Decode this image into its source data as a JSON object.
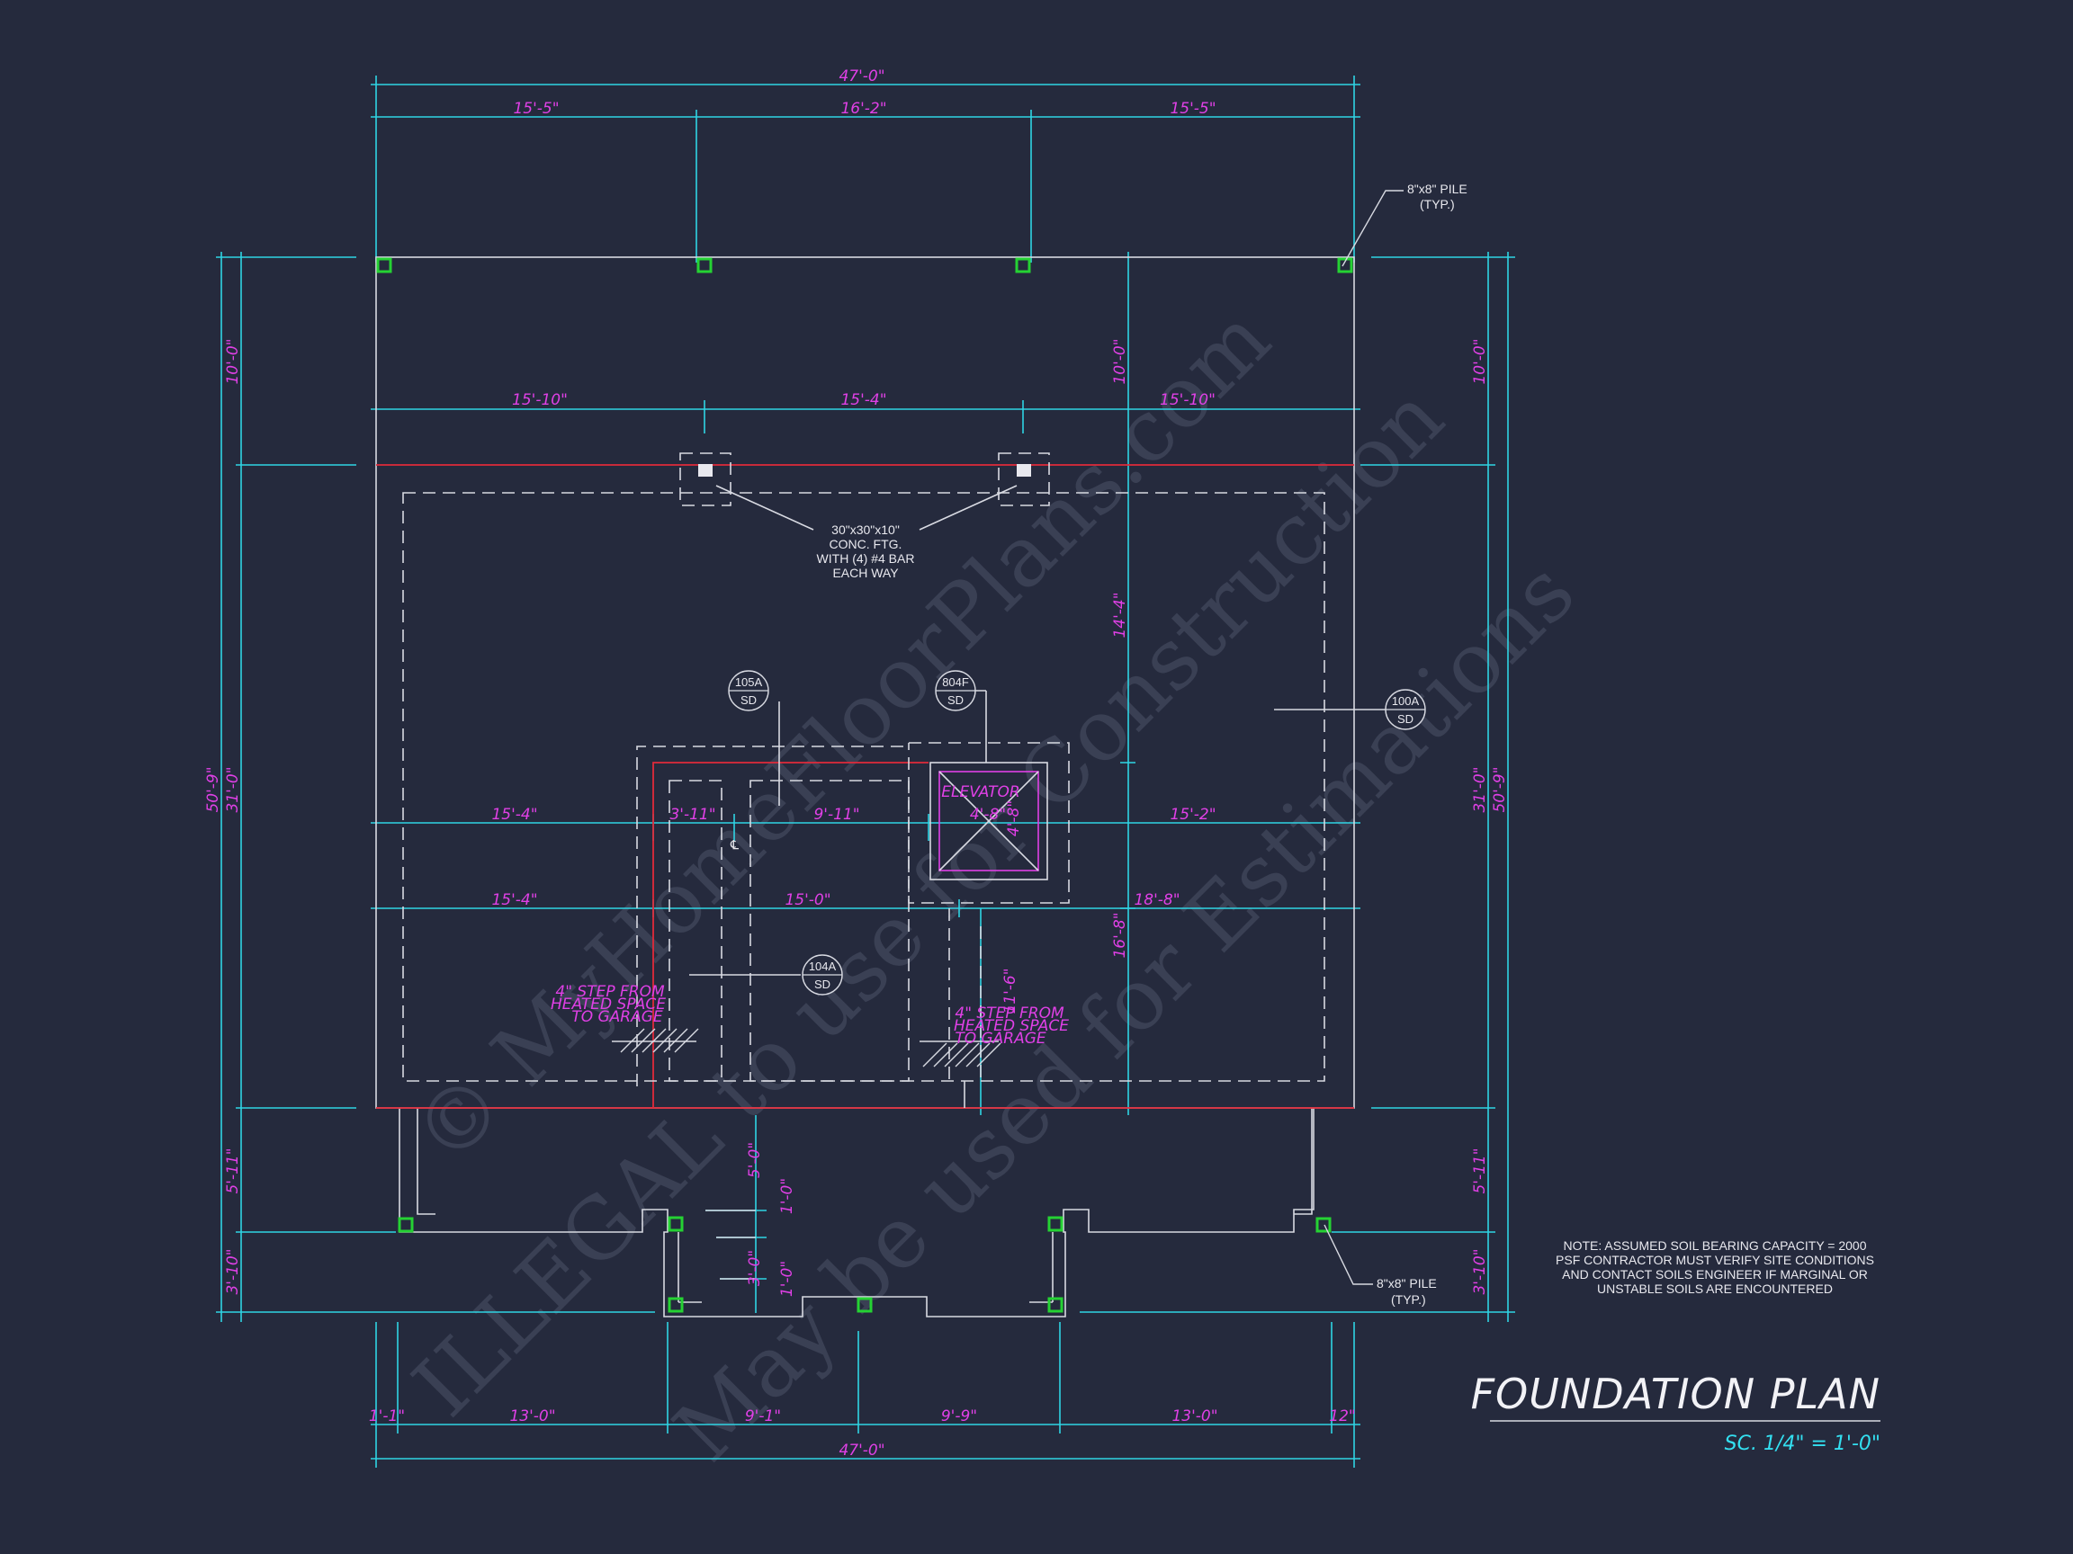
{
  "dimensions": {
    "top_total": "47'-0\"",
    "top_1": "15'-5\"",
    "top_2": "16'-2\"",
    "top_3": "15'-5\"",
    "row2_1": "15'-10\"",
    "row2_2": "15'-4\"",
    "row2_3": "15'-10\"",
    "left_10": "10'-0\"",
    "left_total": "50'-9\"",
    "left_31": "31'-0\"",
    "left_5": "5'-11\"",
    "left_3": "3'-10\"",
    "right_10": "10'-0\"",
    "right_31": "31'-0\"",
    "right_total": "50'-9\"",
    "right_5": "5'-11\"",
    "right_3": "3'-10\"",
    "mid_14": "14'-4\"",
    "mid_16": "16'-8\"",
    "row3_1": "15'-4\"",
    "row3_2": "3'-11\"",
    "row3_3": "9'-11\"",
    "row3_elev_w": "4'-8\"",
    "row3_elev_h": "4'-8\"",
    "row3_4": "15'-2\"",
    "row4_1": "15'-4\"",
    "row4_2": "15'-0\"",
    "row4_3": "18'-8\"",
    "v_11": "11'-6\"",
    "v_5": "5'-0\"",
    "v_1a": "1'-0\"",
    "v_3": "3'-0\"",
    "v_1b": "1'-0\"",
    "bot_1": "1'-1\"",
    "bot_2": "13'-0\"",
    "bot_3": "9'-1\"",
    "bot_4": "9'-9\"",
    "bot_5": "13'-0\"",
    "bot_6": "12\"",
    "bot_total": "47'-0\""
  },
  "labels": {
    "pile_top_1": "8\"x8\" PILE",
    "pile_top_2": "(TYP.)",
    "pile_bot_1": "8\"x8\" PILE",
    "pile_bot_2": "(TYP.)",
    "ftg_1": "30\"x30\"x10\"",
    "ftg_2": "CONC. FTG.",
    "ftg_3": "WITH (4) #4 BAR",
    "ftg_4": "EACH WAY",
    "elevator": "ELEVATOR",
    "centerline": "℄",
    "step_left_1": "4\" STEP FROM",
    "step_left_2": "HEATED SPACE",
    "step_left_3": "TO GARAGE",
    "step_right_1": "4\" STEP FROM",
    "step_right_2": "HEATED SPACE",
    "step_right_3": "TO GARAGE"
  },
  "tags": [
    {
      "top": "105A",
      "bottom": "SD"
    },
    {
      "top": "804F",
      "bottom": "SD"
    },
    {
      "top": "100A",
      "bottom": "SD"
    },
    {
      "top": "104A",
      "bottom": "SD"
    }
  ],
  "note": [
    "NOTE: ASSUMED SOIL BEARING CAPACITY = 2000",
    "PSF CONTRACTOR MUST VERIFY SITE CONDITIONS",
    "AND CONTACT SOILS ENGINEER IF MARGINAL OR",
    "UNSTABLE SOILS ARE ENCOUNTERED"
  ],
  "title": "FOUNDATION PLAN",
  "scale": "SC. 1/4\" = 1'-0\"",
  "watermark": [
    "© MyHomeFloorPlans.com",
    "ILLEGAL to use for Construction",
    "May be used for Estimations"
  ],
  "colors": {
    "background": "#252a3d",
    "dimension_line": "#2fd4e4",
    "dimension_text": "#e040e6",
    "pile": "#25d233",
    "slab_edge": "#e02a3a"
  }
}
